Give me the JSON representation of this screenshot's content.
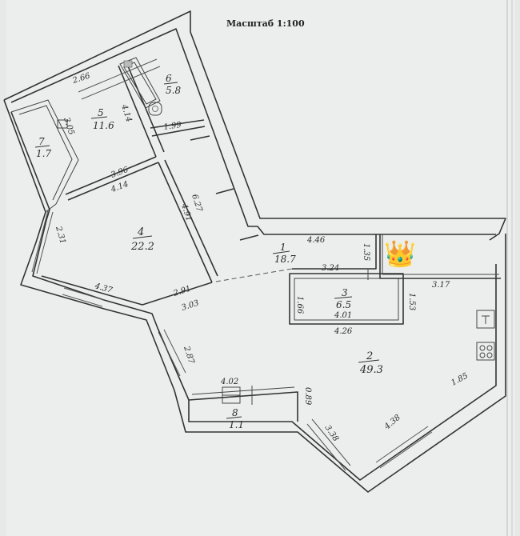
{
  "title": "Масштаб 1:100",
  "rooms": [
    {
      "number": "1",
      "area": "18.7"
    },
    {
      "number": "2",
      "area": "49.3"
    },
    {
      "number": "3",
      "area": "6.5"
    },
    {
      "number": "4",
      "area": "22.2"
    },
    {
      "number": "5",
      "area": "11.6"
    },
    {
      "number": "6",
      "area": "5.8"
    },
    {
      "number": "7",
      "area": "1.7"
    },
    {
      "number": "8",
      "area": "1.1"
    }
  ],
  "dimensions": {
    "d266": "2.66",
    "d414a": "4.14",
    "d305": "3.05",
    "d199": "1.99",
    "d396": "3.96",
    "d414b": "4.14",
    "d491": "4.91",
    "d627": "6.27",
    "d231": "2.31",
    "d437": "4.37",
    "d291": "2.91",
    "d303": "3.03",
    "d446": "4.46",
    "d135": "1.35",
    "d324": "3.24",
    "d317": "3.17",
    "d166": "1.66",
    "d153": "1.53",
    "d401": "4.01",
    "d426": "4.26",
    "d287": "2.87",
    "d402": "4.02",
    "d089": "0.89",
    "d185": "1.85",
    "d338": "3.38",
    "d438": "4.38"
  },
  "sticker": {
    "emoji": "👑"
  }
}
